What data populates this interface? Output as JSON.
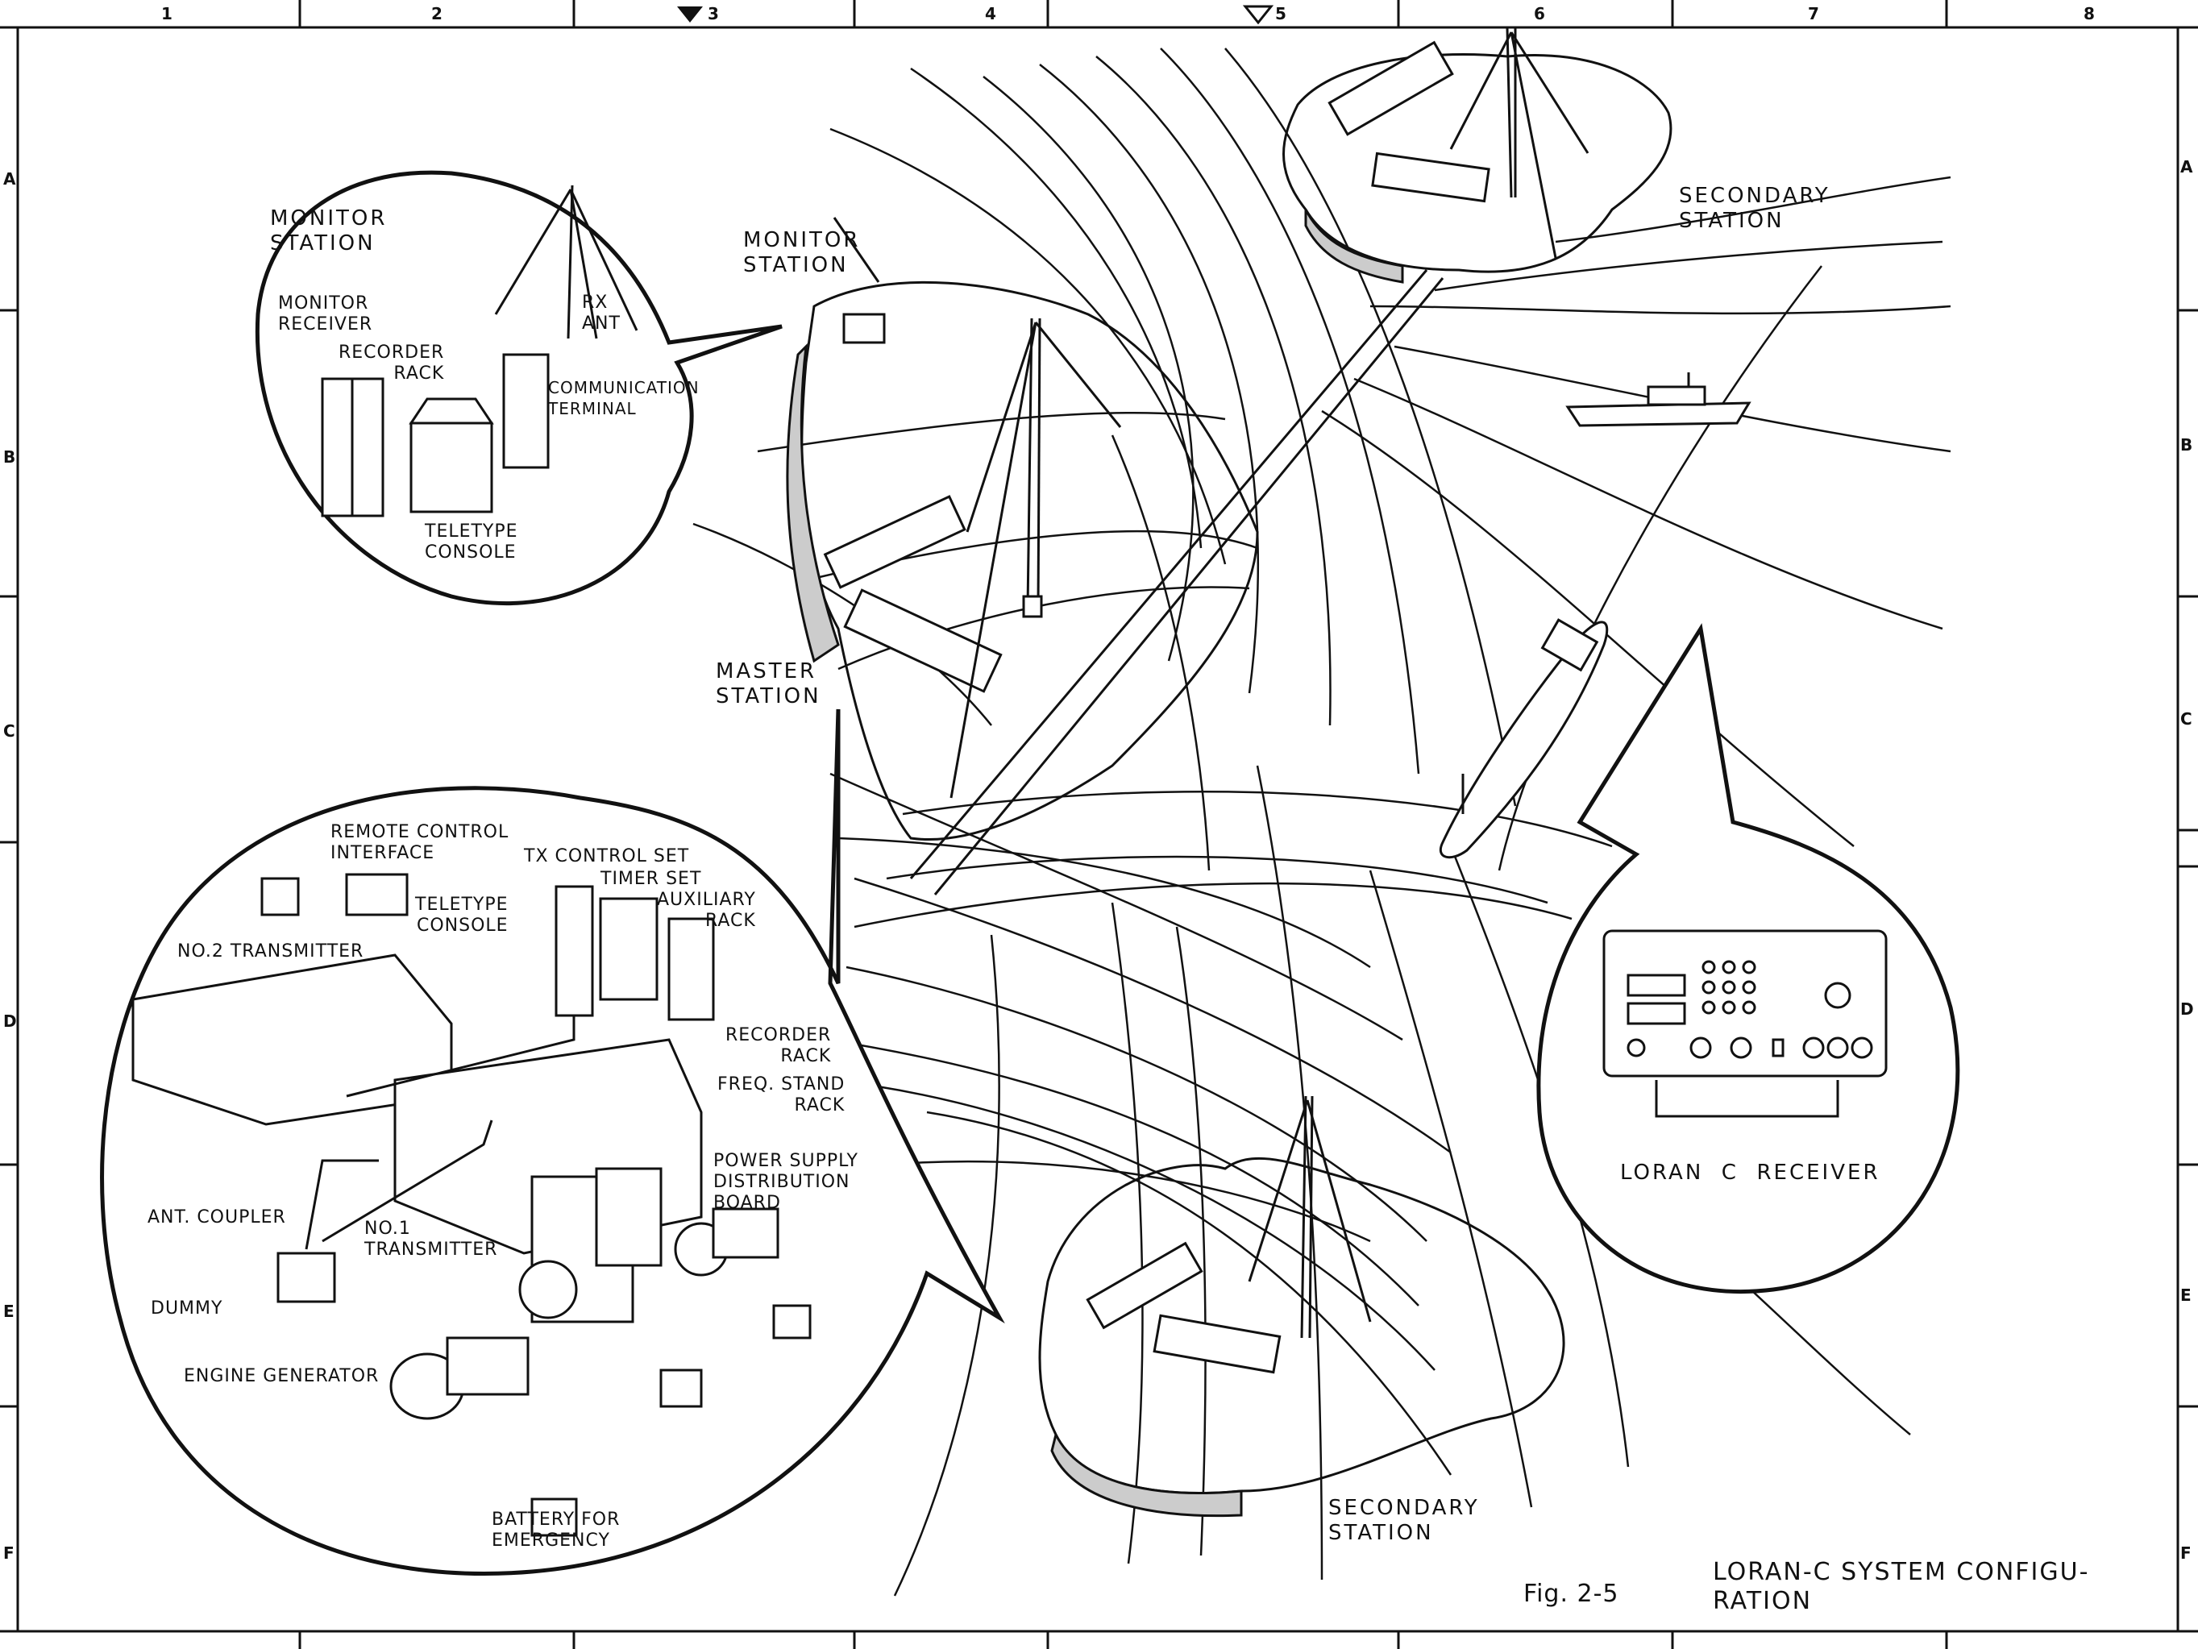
{
  "grid": {
    "columns": [
      "1",
      "2",
      "3",
      "4",
      "5",
      "6",
      "7",
      "8"
    ],
    "rows": [
      "A",
      "B",
      "C",
      "D",
      "E",
      "F"
    ]
  },
  "figure": {
    "number": "Fig. 2-5",
    "title": "LORAN-C SYSTEM CONFIGU-\nRATION"
  },
  "map_labels": {
    "monitor_station": "MONITOR\nSTATION",
    "master_station": "MASTER\nSTATION",
    "secondary_station_top": "SECONDARY\nSTATION",
    "secondary_station_bottom": "SECONDARY\nSTATION"
  },
  "monitor_detail": {
    "title": "MONITOR\nSTATION",
    "monitor_receiver": "MONITOR\nRECEIVER",
    "recorder_rack": "RECORDER\nRACK",
    "rx_ant": "RX\nANT",
    "communication_terminal": "COMMUNICATION\nTERMINAL",
    "teletype_console": "TELETYPE\nCONSOLE"
  },
  "master_detail": {
    "remote_control_interface": "REMOTE CONTROL\nINTERFACE",
    "teletype_console": "TELETYPE\nCONSOLE",
    "tx_control_set": "TX CONTROL SET",
    "timer_set": "TIMER SET",
    "auxiliary_rack": "AUXILIARY\nRACK",
    "no2_transmitter": "NO.2 TRANSMITTER",
    "recorder_rack": "RECORDER\nRACK",
    "freq_stand_rack": "FREQ. STAND\nRACK",
    "power_supply_board": "POWER SUPPLY\nDISTRIBUTION\nBOARD",
    "ant_coupler": "ANT. COUPLER",
    "no1_transmitter": "NO.1\nTRANSMITTER",
    "dummy": "DUMMY",
    "engine_generator": "ENGINE GENERATOR",
    "battery": "BATTERY FOR\nEMERGENCY"
  },
  "receiver_detail": {
    "title": "LORAN  C  RECEIVER"
  }
}
